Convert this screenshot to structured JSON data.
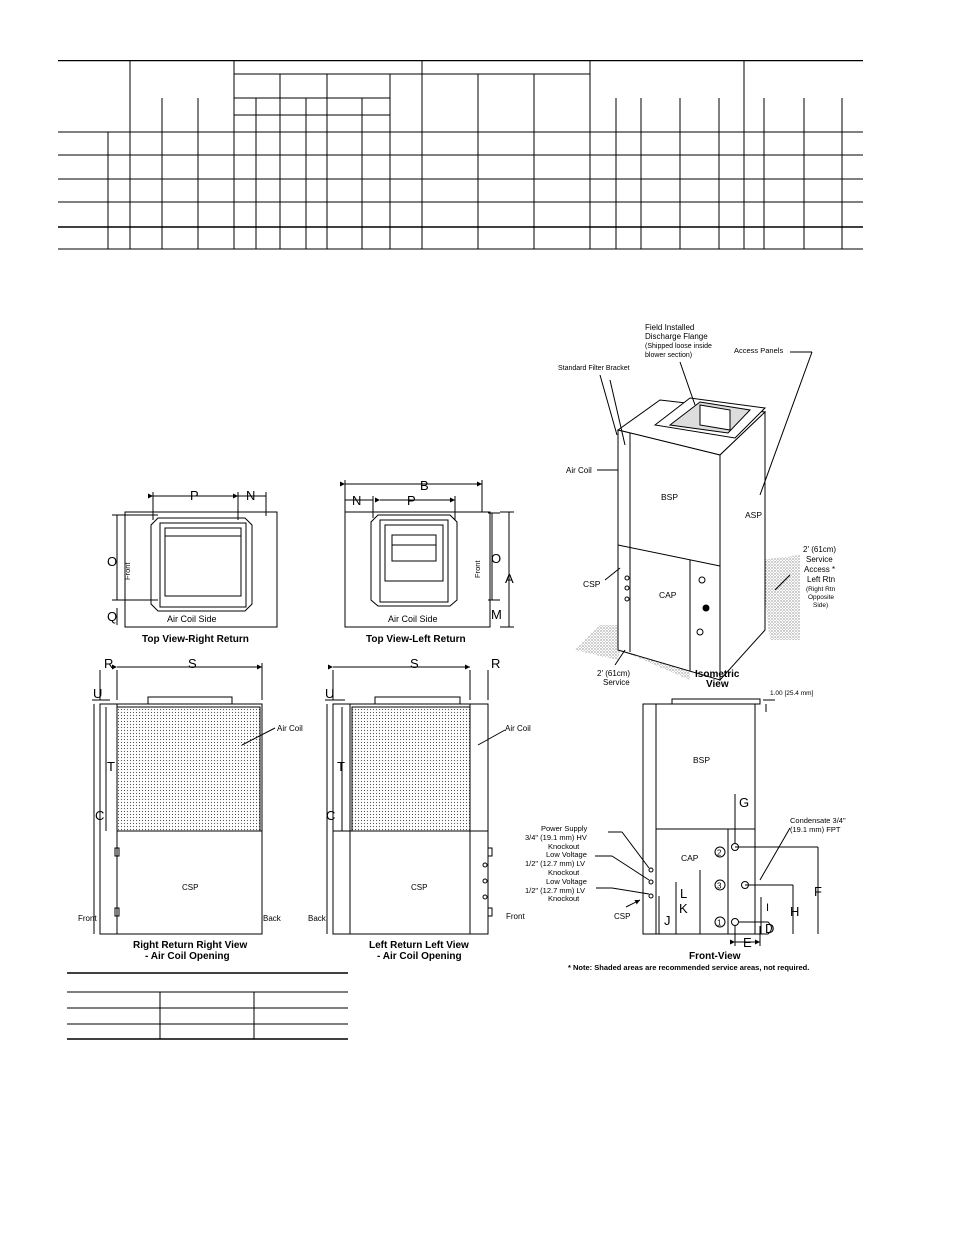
{
  "labels": {
    "field_flange": "Field Installed",
    "field_flange_2": "Discharge Flange",
    "field_flange_3": "(Shipped loose inside",
    "field_flange_4": "blower section)",
    "access_panels": "Access Panels",
    "filter_bracket": "Standard Filter Bracket",
    "air_coil": "Air Coil",
    "bsp": "BSP",
    "asp": "ASP",
    "csp": "CSP",
    "cap": "CAP",
    "service_left_1": "2' (61cm)",
    "service_left_2": "Service",
    "service_left_3": "Access *",
    "service_left_4": "Left Rtn",
    "service_left_5": "(Right Rtn",
    "service_left_6": "Opposite",
    "service_left_7": "Side)",
    "service_front_1": "2' (61cm)",
    "service_front_2": "Service",
    "isometric_1": "Isometric",
    "isometric_2": "View",
    "air_coil_side": "Air Coil Side",
    "front": "Front",
    "back": "Back",
    "top_view_right": "Top View-Right Return",
    "top_view_left": "Top View-Left Return",
    "right_view_1": "Right Return Right View",
    "right_view_2": "- Air Coil Opening",
    "left_view_1": "Left Return Left View",
    "left_view_2": "- Air Coil Opening",
    "dim_1in": "1.00 [25.4 mm]",
    "power_1": "Power Supply",
    "power_2": "3/4\" (19.1 mm) HV",
    "power_3": "Knockout",
    "lowv_1": "Low Voltage",
    "lowv_2": "1/2\" (12.7 mm) LV",
    "lowv_3": "Knockout",
    "condensate_1": "Condensate 3/4\"",
    "condensate_2": "(19.1 mm) FPT",
    "front_view": "Front-View",
    "note": "* Note: Shaded areas are recommended service areas, not required.",
    "circle_1": "1",
    "circle_2": "2",
    "circle_3": "3",
    "dims": {
      "A": "A",
      "B": "B",
      "C": "C",
      "D": "D",
      "E": "E",
      "F": "F",
      "G": "G",
      "H": "H",
      "I": "I",
      "J": "J",
      "K": "K",
      "L": "L",
      "M": "M",
      "N": "N",
      "O": "O",
      "P": "P",
      "Q": "Q",
      "R": "R",
      "S": "S",
      "T": "T",
      "U": "U"
    }
  }
}
